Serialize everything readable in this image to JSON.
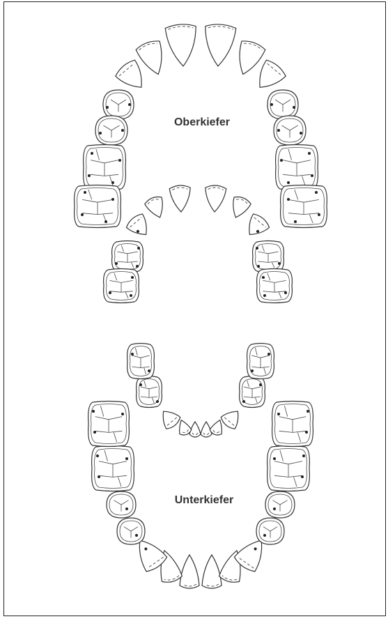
{
  "labels": {
    "upper": "Oberkiefer",
    "lower": "Unterkiefer"
  },
  "diagram": {
    "type": "dental-chart",
    "arches": [
      "adult upper",
      "child upper",
      "child lower",
      "adult lower"
    ]
  },
  "colors": {
    "outline": "#333333",
    "background": "#ffffff",
    "border": "#222222"
  }
}
